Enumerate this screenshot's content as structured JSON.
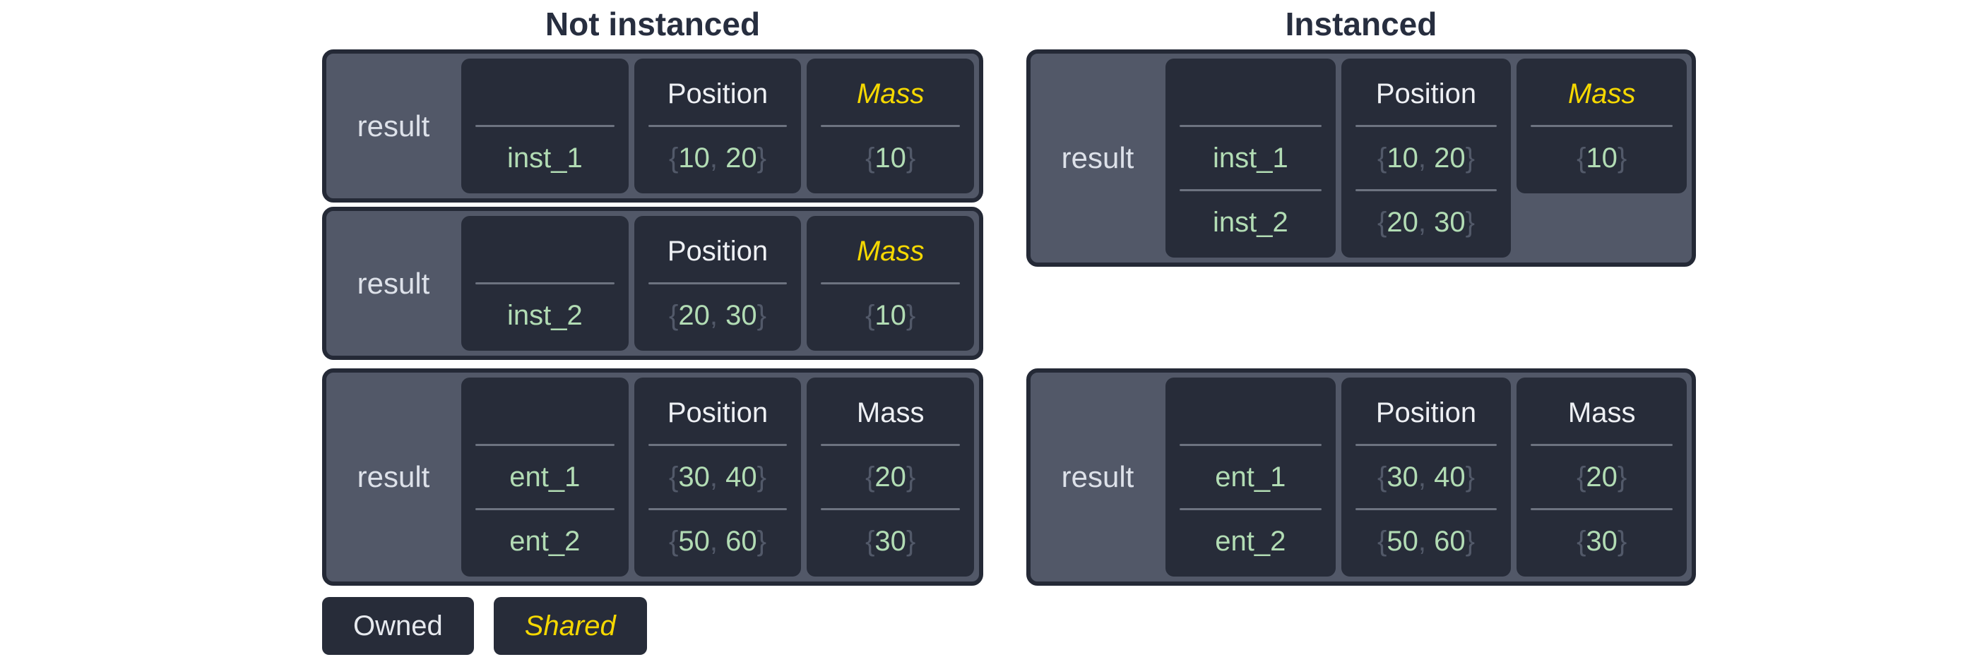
{
  "titles": {
    "left": "Not instanced",
    "right": "Instanced"
  },
  "legend": {
    "owned": "Owned",
    "shared": "Shared"
  },
  "colors": {
    "shared_accent": "#f5d800",
    "value_green": "#b2dcb4",
    "punctuation_gray": "#525969",
    "box_fill": "#525868",
    "card_fill": "#272c39",
    "box_border": "#242936",
    "divider": "#6d7380",
    "header_text": "#eef0f4",
    "title_text": "#272e3f"
  },
  "left_boxes": [
    {
      "result_label": "result",
      "cards": [
        {
          "header": "",
          "shared": false,
          "values": [
            "inst_1"
          ]
        },
        {
          "header": "Position",
          "shared": false,
          "values": [
            "{10, 20}"
          ]
        },
        {
          "header": "Mass",
          "shared": true,
          "values": [
            "{10}"
          ]
        }
      ]
    },
    {
      "result_label": "result",
      "cards": [
        {
          "header": "",
          "shared": false,
          "values": [
            "inst_2"
          ]
        },
        {
          "header": "Position",
          "shared": false,
          "values": [
            "{20, 30}"
          ]
        },
        {
          "header": "Mass",
          "shared": true,
          "values": [
            "{10}"
          ]
        }
      ]
    },
    {
      "result_label": "result",
      "cards": [
        {
          "header": "",
          "shared": false,
          "values": [
            "ent_1",
            "ent_2"
          ]
        },
        {
          "header": "Position",
          "shared": false,
          "values": [
            "{30, 40}",
            "{50, 60}"
          ]
        },
        {
          "header": "Mass",
          "shared": false,
          "values": [
            "{20}",
            "{30}"
          ]
        }
      ]
    }
  ],
  "right_boxes": [
    {
      "result_label": "result",
      "cards": [
        {
          "header": "",
          "shared": false,
          "values": [
            "inst_1",
            "inst_2"
          ]
        },
        {
          "header": "Position",
          "shared": false,
          "values": [
            "{10, 20}",
            "{20, 30}"
          ]
        },
        {
          "header": "Mass",
          "shared": true,
          "values": [
            "{10}"
          ]
        }
      ]
    },
    {
      "result_label": "result",
      "cards": [
        {
          "header": "",
          "shared": false,
          "values": [
            "ent_1",
            "ent_2"
          ]
        },
        {
          "header": "Position",
          "shared": false,
          "values": [
            "{30, 40}",
            "{50, 60}"
          ]
        },
        {
          "header": "Mass",
          "shared": false,
          "values": [
            "{20}",
            "{30}"
          ]
        }
      ]
    }
  ]
}
